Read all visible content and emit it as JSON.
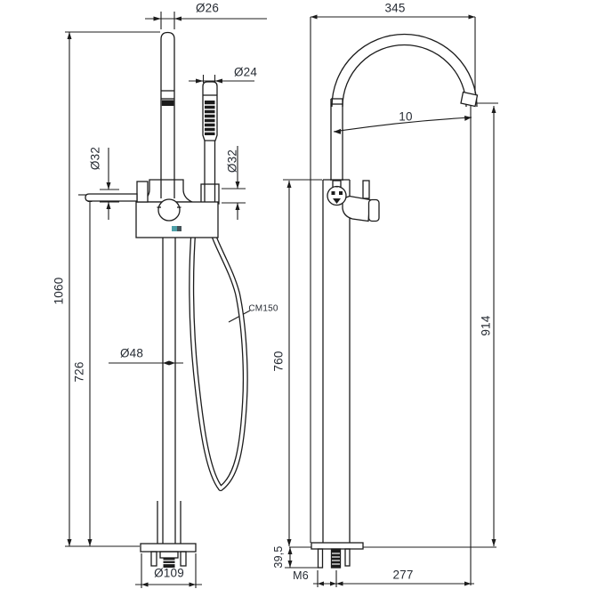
{
  "page": {
    "background": "#ffffff",
    "line_color": "#1c1c1c",
    "text_color": "#262b33",
    "watermark_color": "#2e8f99"
  },
  "drawing": {
    "type": "technical-dimension-drawing",
    "subject": "freestanding bath mixer with hand shower",
    "views": [
      "front-view",
      "side-view"
    ],
    "dimensions": {
      "spout_diameter": "Ø26",
      "handshower_diameter": "Ø24",
      "handle_port_diameter": "Ø32",
      "holder_port_diameter": "Ø32",
      "total_height": "1060",
      "handle_height": "726",
      "column_diameter": "Ø48",
      "hose_label": "CM150",
      "base_diameter": "Ø109",
      "top_depth": "345",
      "spout_angle": "10",
      "outlet_height": "914",
      "body_height": "760",
      "below_floor_depth": "39,5",
      "thread_label": "M6",
      "outlet_reach": "277"
    }
  }
}
